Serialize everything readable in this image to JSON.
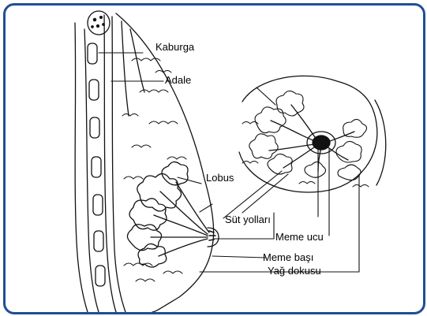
{
  "figure": {
    "border_color": "#1f4e96",
    "ink_color": "#111111",
    "labels": {
      "rib": "Kaburga",
      "muscle": "Adale",
      "lobe": "Lobus",
      "milk_ducts": "Süt yolları",
      "nipple": "Meme ucu",
      "areola": "Meme başı",
      "fat_tissue": "Yağ dokusu"
    }
  }
}
